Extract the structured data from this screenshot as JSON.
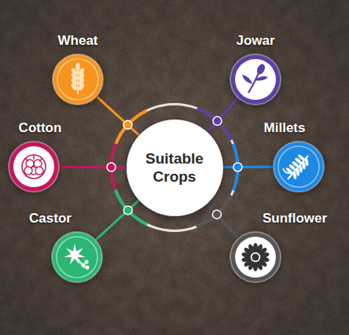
{
  "diagram": {
    "nodes": [
      {
        "text": [
          "Suitable Crops"
        ]
      },
      {
        "text": [
          "Wheat"
        ]
      },
      {
        "text": [
          "Jowar"
        ]
      },
      {
        "text": [
          "Cotton"
        ]
      },
      {
        "text": [
          "Millets"
        ]
      },
      {
        "text": [
          "Castor"
        ]
      },
      {
        "text": [
          "Sunflower"
        ]
      }
    ],
    "edges": [
      {
        "from": 0,
        "to": 1,
        "arrow": "none"
      },
      {
        "from": 0,
        "to": 2,
        "arrow": "none"
      },
      {
        "from": 0,
        "to": 3,
        "arrow": "none"
      },
      {
        "from": 0,
        "to": 4,
        "arrow": "none"
      },
      {
        "from": 0,
        "to": 5,
        "arrow": "none"
      },
      {
        "from": 0,
        "to": 6,
        "arrow": "none"
      }
    ]
  }
}
